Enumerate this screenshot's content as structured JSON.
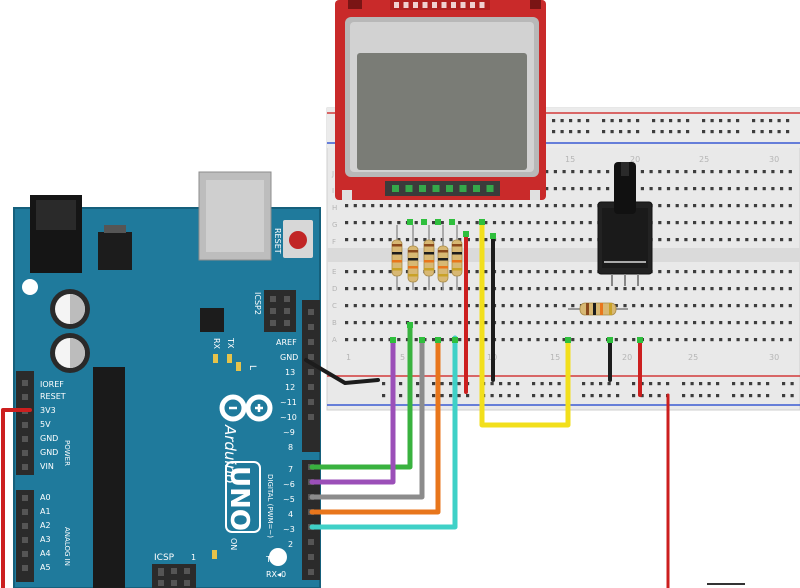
{
  "arduino": {
    "brand": "Arduino",
    "model": "UNO",
    "reset": "RESET",
    "icsp2": "ICSP2",
    "icsp": "ICSP",
    "tx": "TX",
    "rx": "RX",
    "l": "L",
    "on": "ON",
    "one": "1",
    "power_section": "POWER",
    "analog_section": "ANALOG IN",
    "digital_section": "DIGITAL (PWM=~)",
    "power_pins": [
      "IOREF",
      "RESET",
      "3V3",
      "5V",
      "GND",
      "GND",
      "VIN"
    ],
    "analog_pins": [
      "A0",
      "A1",
      "A2",
      "A3",
      "A4",
      "A5"
    ],
    "top_header_pins": [
      "AREF",
      "GND",
      "13",
      "12",
      "~11",
      "~10",
      "~9",
      "8"
    ],
    "digital_pins": [
      "7",
      "~6",
      "~5",
      "4",
      "~3",
      "2",
      "TX▸1",
      "RX◂0"
    ],
    "colors": {
      "board": "#1f7a9c",
      "board_edge": "#15607c",
      "header": "#2b2b2b"
    }
  },
  "breadboard": {
    "column_labels": [
      "1",
      "5",
      "10",
      "15",
      "20",
      "25",
      "30"
    ],
    "row_labels_top": [
      "J",
      "I",
      "H",
      "G",
      "F"
    ],
    "row_labels_bottom": [
      "E",
      "D",
      "C",
      "B",
      "A"
    ],
    "colors": {
      "body": "#e9e9e9",
      "rail_red": "#d33a3a",
      "rail_blue": "#3a5bd3",
      "hole": "#3d3d3d"
    }
  },
  "lcd": {
    "colors": {
      "pcb": "#c92a2a",
      "frame": "#c9c9c9",
      "screen": "#7a7c76",
      "pins": "#35a84a"
    }
  },
  "wires": {
    "colors": {
      "green": "#39b23f",
      "purple": "#9b4fb8",
      "gray": "#8c8c8c",
      "orange": "#e8761c",
      "cyan": "#3fd1c7",
      "yellow": "#f2df1c",
      "red": "#cc1f1f",
      "black": "#1c1c1c"
    }
  }
}
